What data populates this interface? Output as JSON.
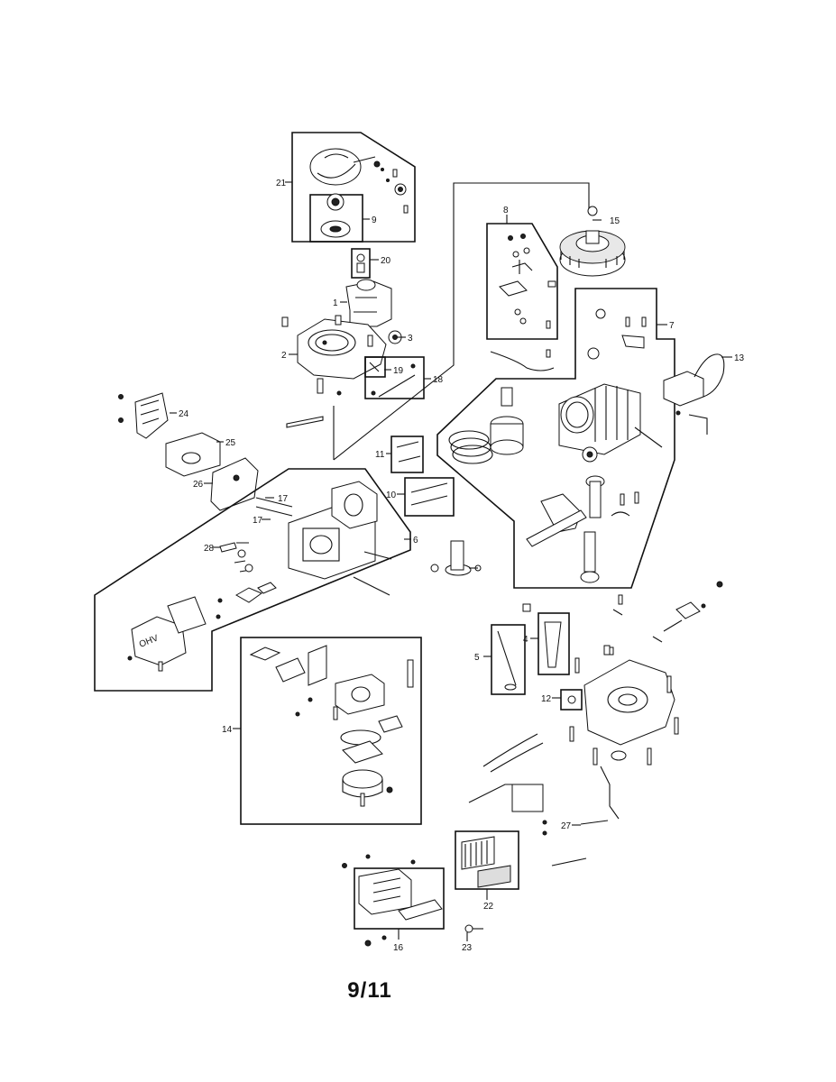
{
  "page": {
    "number": "9/11"
  },
  "callouts": {
    "c1": "1",
    "c2": "2",
    "c3": "3",
    "c4": "4",
    "c5": "5",
    "c6": "6",
    "c7": "7",
    "c8": "8",
    "c9": "9",
    "c10": "10",
    "c11": "11",
    "c12": "12",
    "c13": "13",
    "c14": "14",
    "c15": "15",
    "c16": "16",
    "c17a": "17",
    "c17b": "17",
    "c18": "18",
    "c19": "19",
    "c20": "20",
    "c21": "21",
    "c22": "22",
    "c23": "23",
    "c24": "24",
    "c25": "25",
    "c26": "26",
    "c27": "27",
    "c28": "28"
  },
  "valve_cover_logo": "OHV"
}
